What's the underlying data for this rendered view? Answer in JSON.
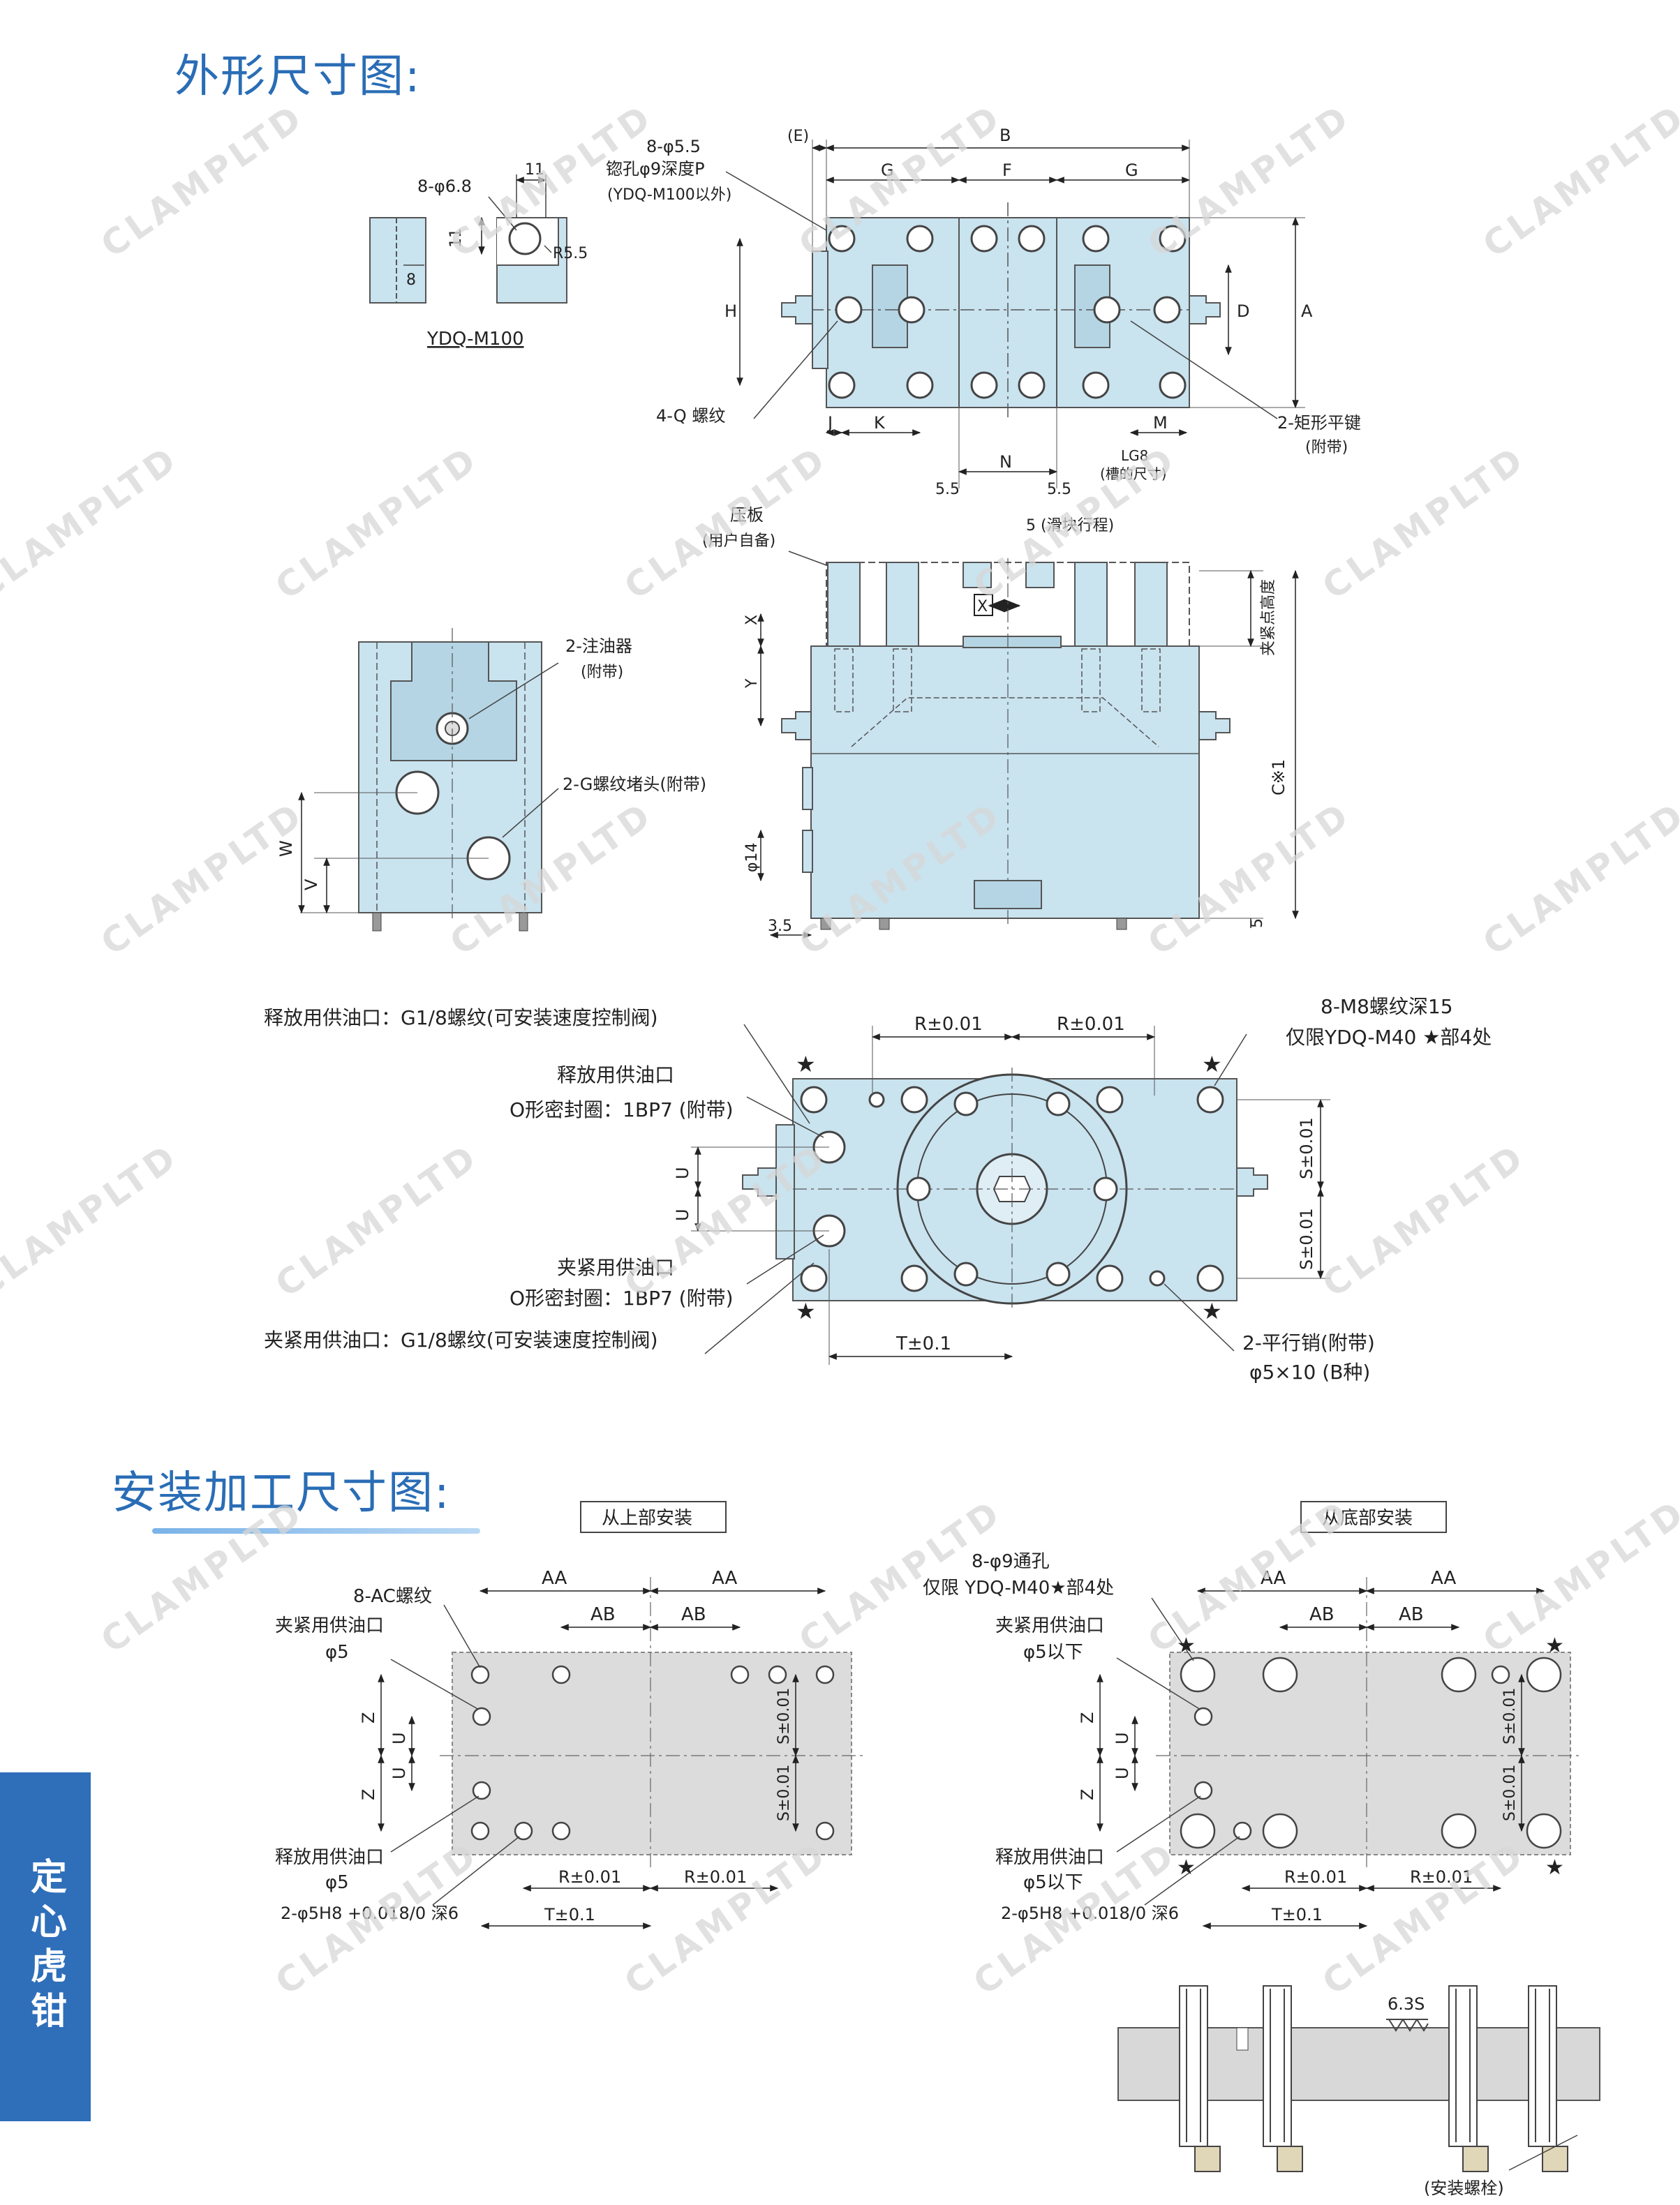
{
  "headings": {
    "outline": "外形尺寸图:",
    "mounting": "安装加工尺寸图:"
  },
  "side_tab": "定心虎钳",
  "watermark": "CLAMPLTD",
  "colors": {
    "heading": "#2a6db6",
    "body_fill": "#c9e3ef",
    "plate_fill": "#dcdcdc",
    "tab": "#2f6fba"
  },
  "top_view": {
    "small_detail": {
      "holes": "8-φ6.8",
      "dim_11_top": "11",
      "dim_11_side": "11",
      "radius": "R5.5",
      "dim_8": "8",
      "model": "YDQ-M100"
    },
    "note_holes_l1": "8-φ5.5",
    "note_holes_l2": "锪孔φ9深度P",
    "note_holes_l3": "(YDQ-M100以外)",
    "E": "(E)",
    "B": "B",
    "G1": "G",
    "F": "F",
    "G2": "G",
    "H": "H",
    "D": "D",
    "A": "A",
    "thread_note": "4-Q 螺纹",
    "J": "J",
    "K": "K",
    "N": "N",
    "M": "M",
    "LG8": "LG8",
    "slot_note": "(槽的尺寸)",
    "dim_55a": "5.5",
    "dim_55b": "5.5",
    "key_note_l1": "2-矩形平键",
    "key_note_l2": "(附带)"
  },
  "front_view": {
    "plate_l1": "压板",
    "plate_l2": "(用户自备)",
    "stroke": "5 (滑块行程)",
    "X": "X",
    "Y": "Y",
    "clamp_height": "夹紧点高度",
    "C": "C※1",
    "phi14": "φ14",
    "dim_35": "3.5",
    "dim_5": "5"
  },
  "side_view": {
    "oiler_l1": "2-注油器",
    "oiler_l2": "(附带)",
    "plug_note": "2-G螺纹堵头(附带)",
    "W": "W",
    "V": "V"
  },
  "bottom_view": {
    "release_port_note": "释放用供油口：G1/8螺纹(可安装速度控制阀)",
    "release_port": "释放用供油口",
    "release_oring": "O形密封圈：1BP7 (附带)",
    "clamp_port": "夹紧用供油口",
    "clamp_oring": "O形密封圈：1BP7 (附带)",
    "clamp_port_note": "夹紧用供油口：G1/8螺纹(可安装速度控制阀)",
    "R1": "R±0.01",
    "R2": "R±0.01",
    "S1": "S±0.01",
    "S2": "S±0.01",
    "U1": "U",
    "U2": "U",
    "T": "T±0.1",
    "m8_note_l1": "8-M8螺纹深15",
    "m8_note_l2": "仅限YDQ-M40 ★部4处",
    "pin_note_l1": "2-平行销(附带)",
    "pin_note_l2": "φ5×10 (B种)",
    "star": "★"
  },
  "mount_top": {
    "title": "从上部安装",
    "thread": "8-AC螺纹",
    "clamp_port_l1": "夹紧用供油口",
    "clamp_port_l2": "φ5",
    "release_port_l1": "释放用供油口",
    "release_port_l2": "φ5",
    "pin_hole": "2-φ5H8 +0.018/0 深6",
    "AA1": "AA",
    "AA2": "AA",
    "AB1": "AB",
    "AB2": "AB",
    "Z1": "Z",
    "Z2": "Z",
    "U1": "U",
    "U2": "U",
    "S1": "S±0.01",
    "S2": "S±0.01",
    "R1": "R±0.01",
    "R2": "R±0.01",
    "T": "T±0.1"
  },
  "mount_bottom": {
    "title": "从底部安装",
    "holes_l1": "8-φ9通孔",
    "holes_l2": "仅限 YDQ-M40★部4处",
    "clamp_port_l1": "夹紧用供油口",
    "clamp_port_l2": "φ5以下",
    "release_port_l1": "释放用供油口",
    "release_port_l2": "φ5以下",
    "pin_hole": "2-φ5H8 +0.018/0 深6",
    "AA1": "AA",
    "AA2": "AA",
    "AB1": "AB",
    "AB2": "AB",
    "Z1": "Z",
    "Z2": "Z",
    "U1": "U",
    "U2": "U",
    "S1": "S±0.01",
    "S2": "S±0.01",
    "R1": "R±0.01",
    "R2": "R±0.01",
    "T": "T±0.1",
    "finish": "6.3S",
    "bolt_note": "(安装螺栓)"
  }
}
